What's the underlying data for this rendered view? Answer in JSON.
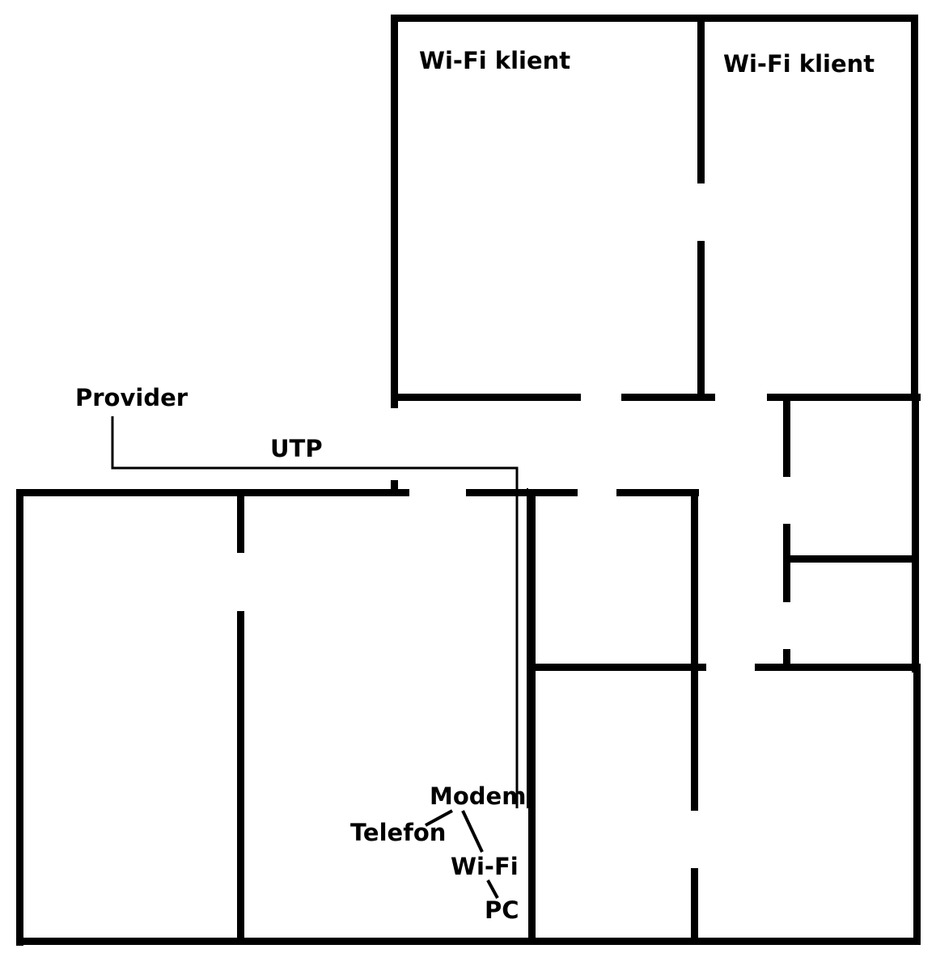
{
  "labels": {
    "room_top_left": "Wi-Fi klient",
    "room_top_right": "Wi-Fi klient",
    "provider": "Provider",
    "cable": "UTP",
    "modem": "Modem",
    "telefon": "Telefon",
    "wifi": "Wi-Fi",
    "pc": "PC"
  },
  "colors": {
    "wall": "#000000",
    "background": "#ffffff"
  }
}
